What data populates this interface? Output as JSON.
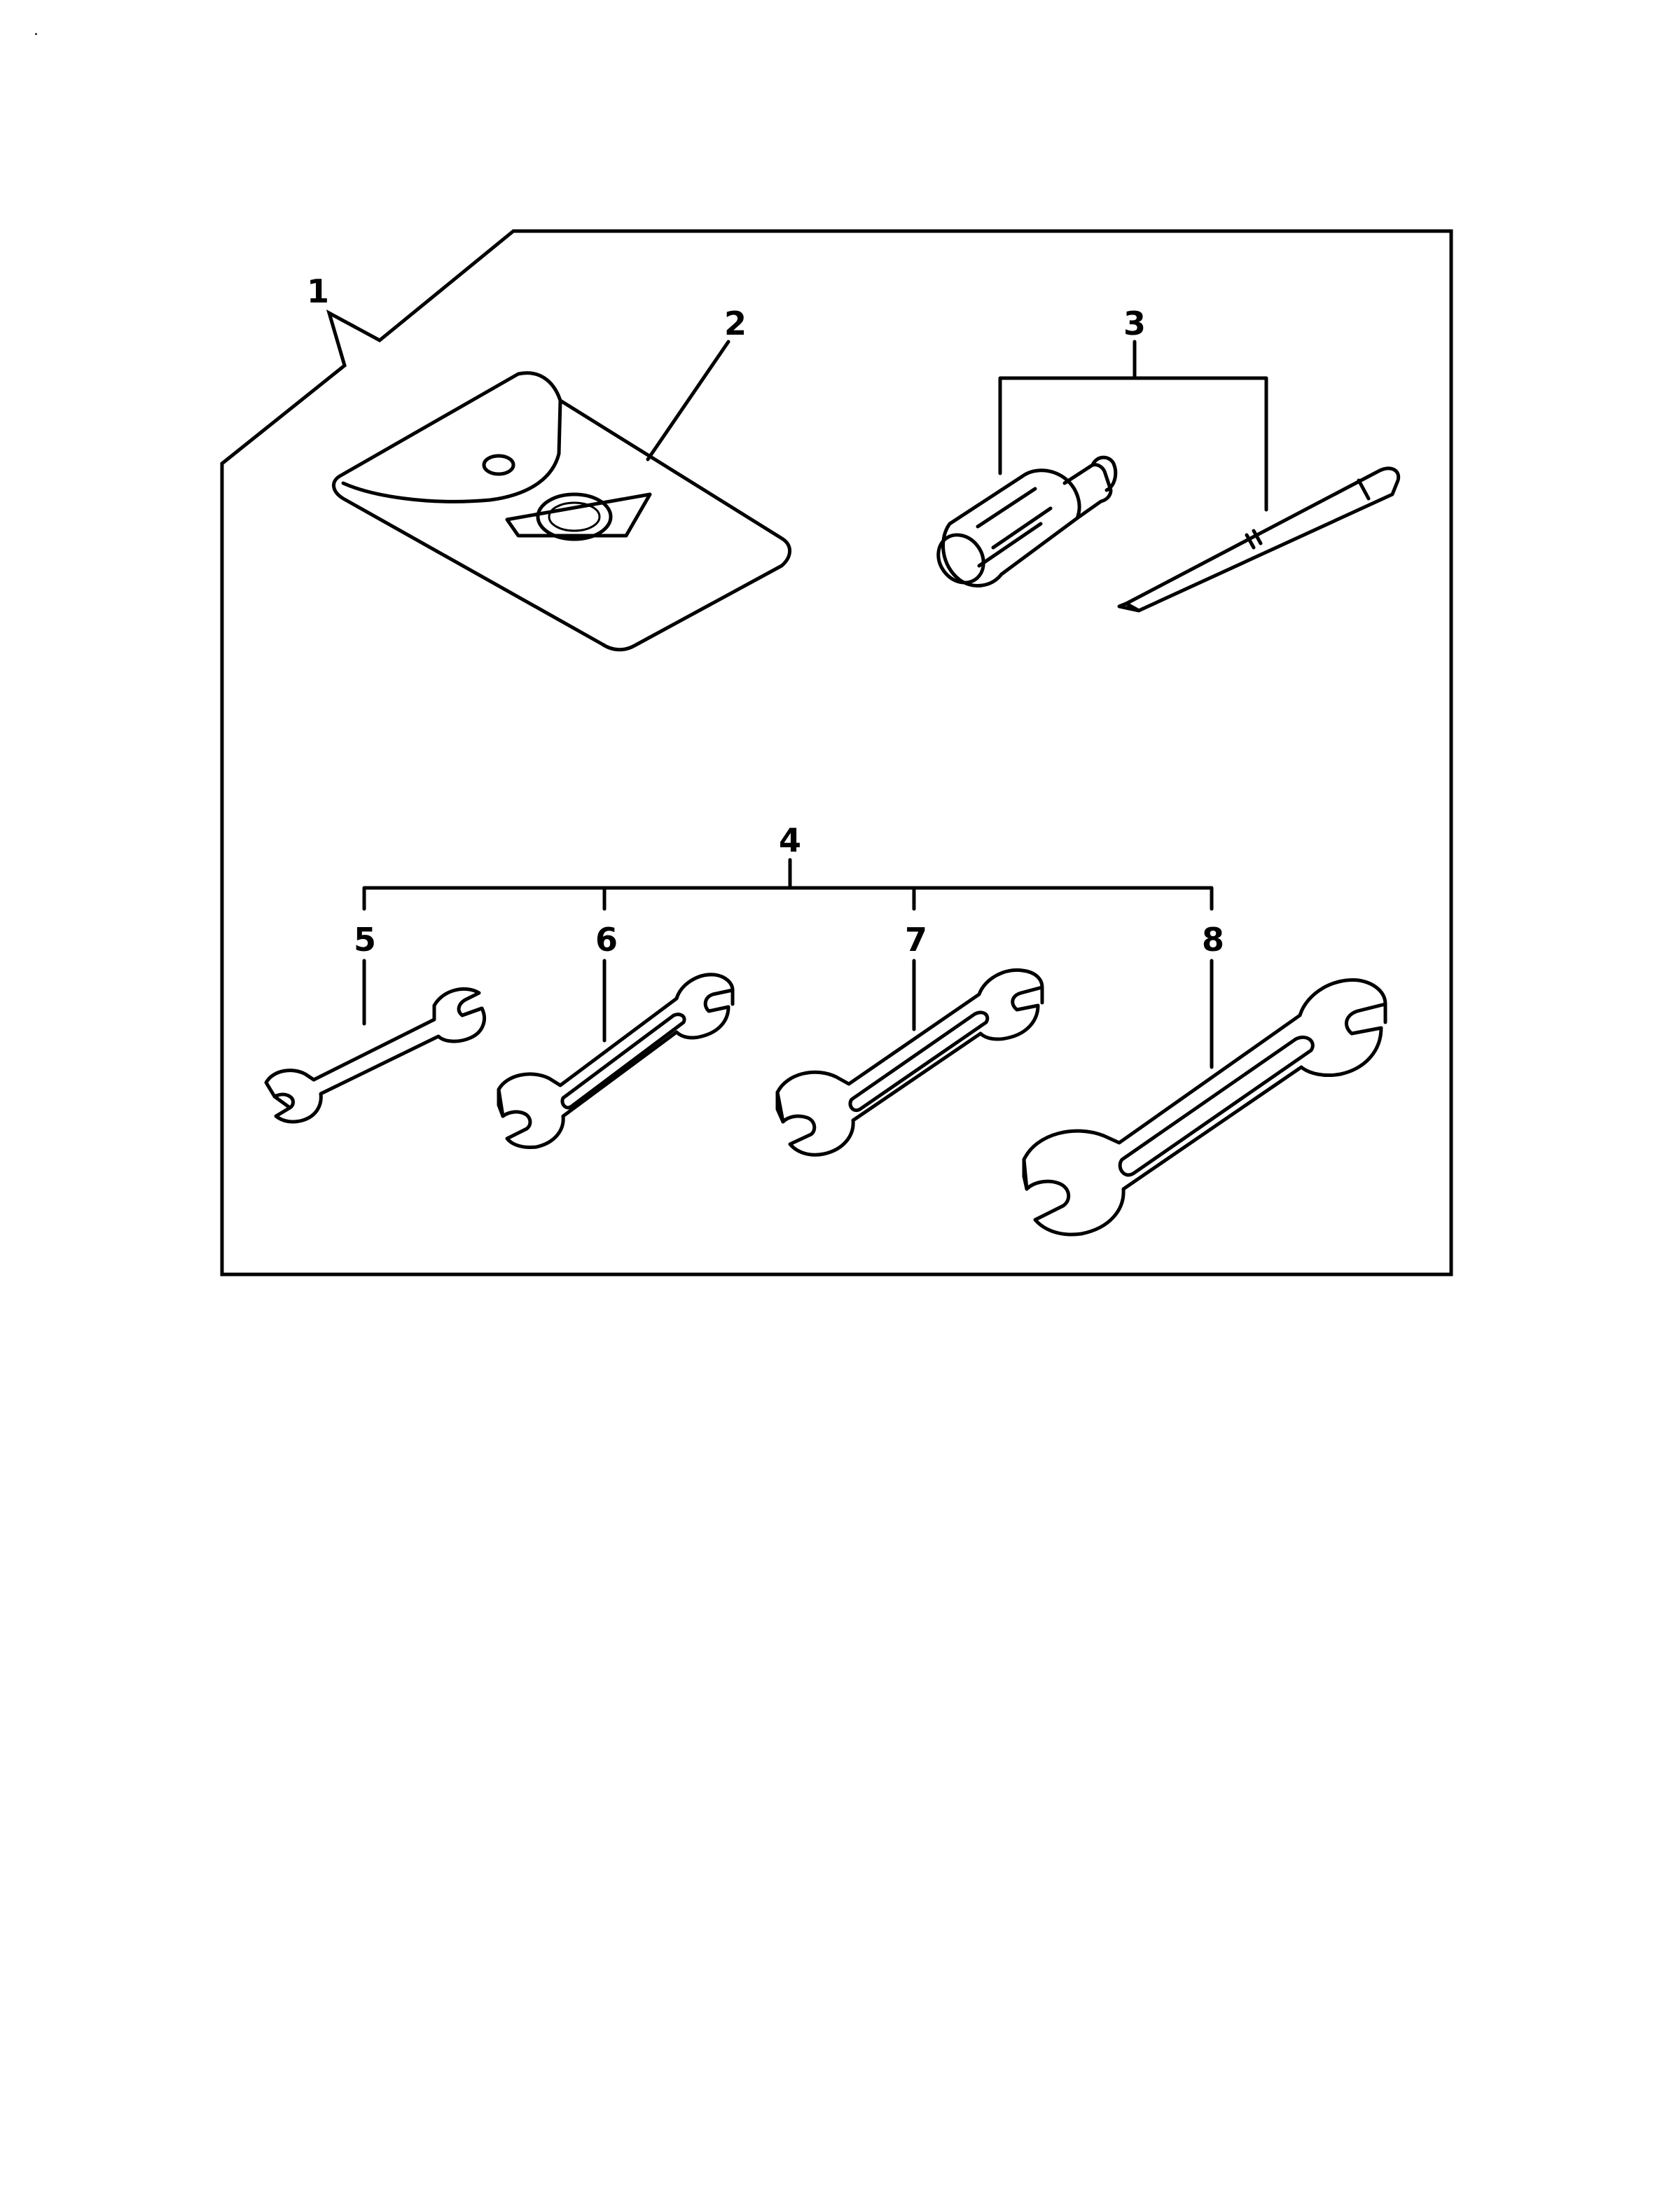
{
  "corner_mark": ".",
  "callouts": {
    "c1": "1",
    "c2": "2",
    "c3": "3",
    "c4": "4",
    "c5": "5",
    "c6": "6",
    "c7": "7",
    "c8": "8"
  }
}
